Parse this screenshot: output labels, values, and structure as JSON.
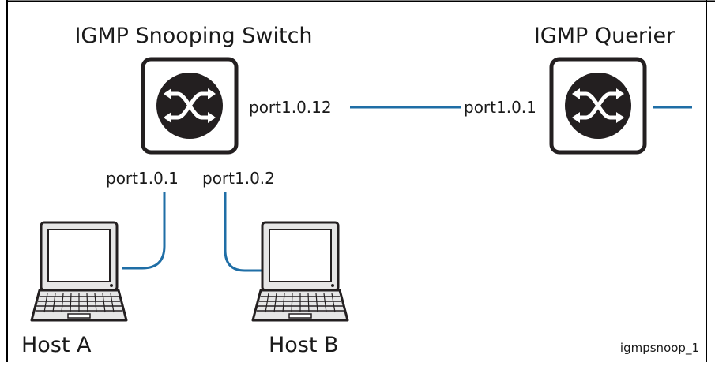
{
  "diagram": {
    "switch_title": "IGMP Snooping Switch",
    "querier_title": "IGMP Querier",
    "ports": {
      "switch_uplink": "port1.0.12",
      "querier_port": "port1.0.1",
      "host_a_port": "port1.0.1",
      "host_b_port": "port1.0.2"
    },
    "hosts": {
      "a": "Host A",
      "b": "Host B"
    },
    "figure_id": "igmpsnoop_1"
  },
  "colors": {
    "link": "#1f6ea6",
    "device_fill": "#231f20",
    "frame": "#000000"
  },
  "icons": [
    "switch-icon",
    "laptop-icon"
  ]
}
